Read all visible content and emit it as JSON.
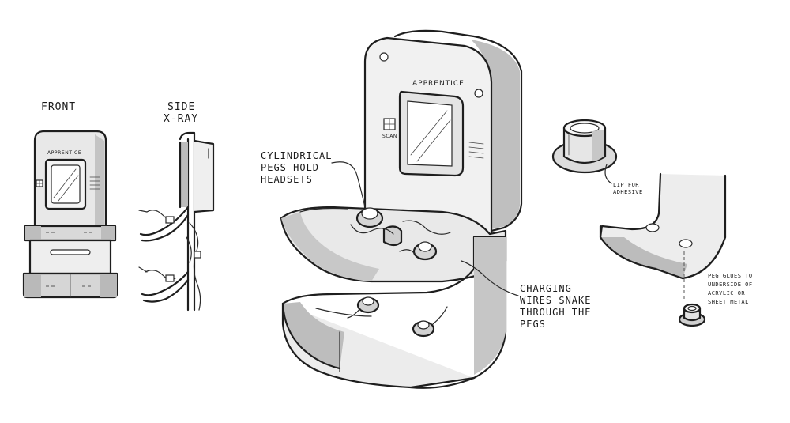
{
  "labels": {
    "front": "FRONT",
    "side_line1": "SIDE",
    "side_line2": "X-RAY",
    "brand": "APPRENTICE",
    "scan": "SCAN",
    "pegs_line1": "CYLINDRICAL",
    "pegs_line2": "PEGS HOLD",
    "pegs_line3": "HEADSETS",
    "wires_line1": "CHARGING",
    "wires_line2": "WIRES SNAKE",
    "wires_line3": "THROUGH THE",
    "wires_line4": "PEGS",
    "lip_line1": "LIP FOR",
    "lip_line2": "ADHESIVE",
    "glue_line1": "PEG GLUES TO",
    "glue_line2": "UNDERSIDE OF",
    "glue_line3": "ACRYLIC OR",
    "glue_line4": "SHEET METAL"
  },
  "colors": {
    "ink": "#1e1e1e",
    "marker_light": "#e4e4e4",
    "marker_mid": "#c9c9c9",
    "marker_dark": "#a8a8a8"
  }
}
